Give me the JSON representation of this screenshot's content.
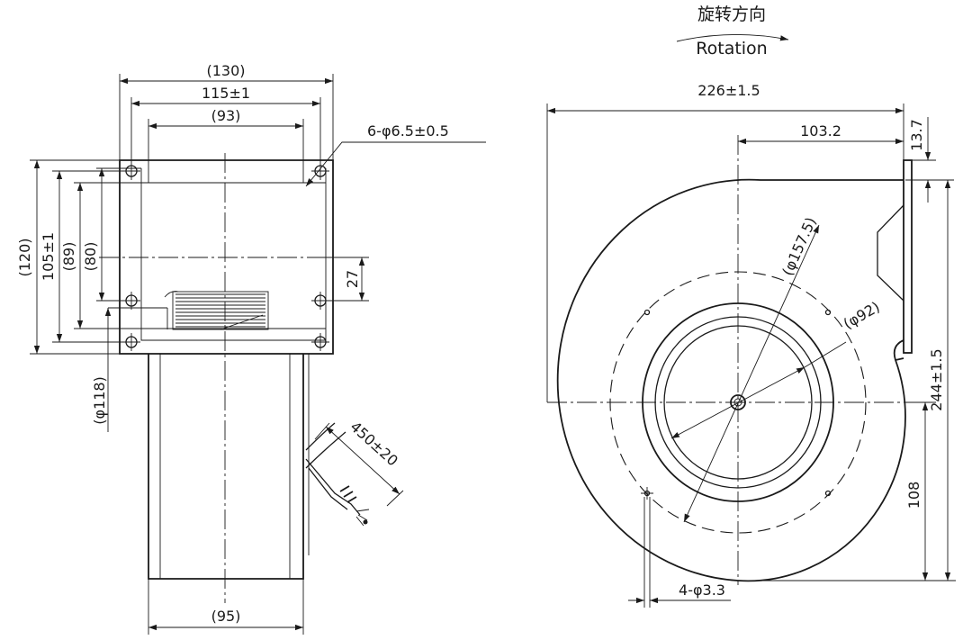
{
  "rotation": {
    "label_cn": "旋转方向",
    "label_en": "Rotation"
  },
  "side_view": {
    "dim_overall_width": "(130)",
    "dim_hole_spacing_x": "115±1",
    "dim_inner_width": "(93)",
    "dim_mount_holes": "6-φ6.5±0.5",
    "dim_overall_height": "(120)",
    "dim_hole_spacing_y": "105±1",
    "dim_89": "(89)",
    "dim_80": "(80)",
    "dim_27": "27",
    "dim_body_dia": "(φ118)",
    "dim_cable_length": "450±20",
    "dim_body_depth": "(95)"
  },
  "front_view": {
    "dim_width": "226±1.5",
    "dim_center_offset": "103.2",
    "dim_flange": "13.7",
    "dim_outer_dia": "(φ157.5)",
    "dim_inlet_dia": "(φ92)",
    "dim_height": "244±1.5",
    "dim_center_height": "108",
    "dim_small_holes": "4-φ3.3"
  }
}
